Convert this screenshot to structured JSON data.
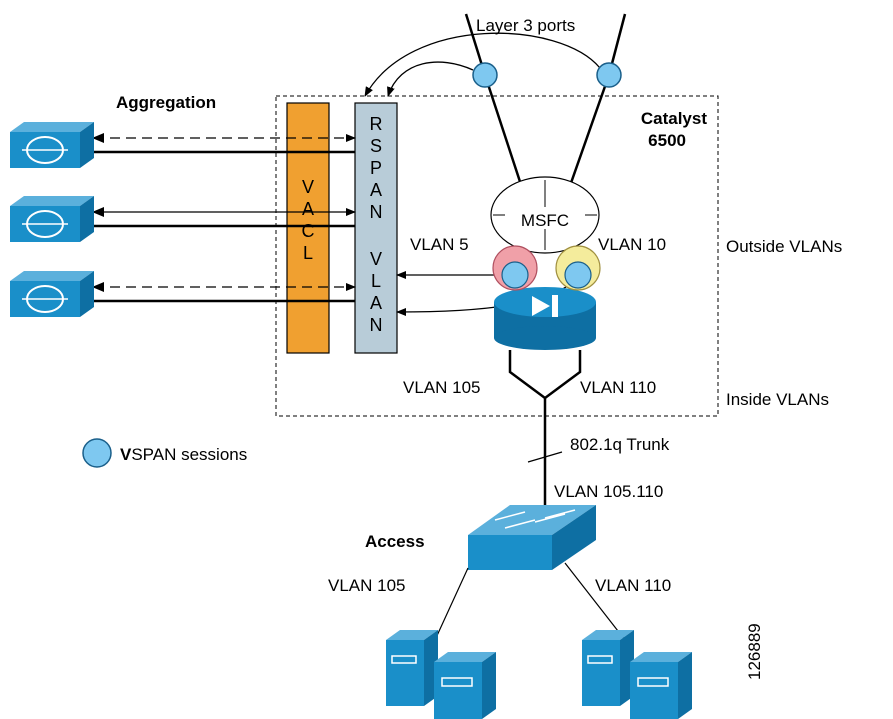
{
  "labels": {
    "layer3_ports": "Layer 3 ports",
    "aggregation": "Aggregation",
    "catalyst": "Catalyst",
    "catalyst_model": "6500",
    "msfc": "MSFC",
    "vlan5": "VLAN 5",
    "vlan10": "VLAN 10",
    "outside_vlans": "Outside VLANs",
    "vlan105_upper": "VLAN 105",
    "vlan110_upper": "VLAN 110",
    "inside_vlans": "Inside VLANs",
    "trunk": "802.1q Trunk",
    "vlan_105_110": "VLAN 105.110",
    "access": "Access",
    "vlan105_lower": "VLAN 105",
    "vlan110_lower": "VLAN 110",
    "legend_bold": "V",
    "legend_rest": "SPAN sessions",
    "figure_id": "126889"
  },
  "vacl_letters": [
    "V",
    "A",
    "C",
    "L"
  ],
  "rspan_letters": [
    "R",
    "S",
    "P",
    "A",
    "N",
    "",
    "V",
    "L",
    "A",
    "N"
  ],
  "colors": {
    "cisco_blue": "#1a8fc9",
    "vacl_orange": "#f0a030",
    "rspan_blue": "#b8ccd8",
    "vspan_circle": "#7ec8f0",
    "vlan5_pink": "#f0a0a8",
    "vlan10_yellow": "#f4ec9c"
  }
}
